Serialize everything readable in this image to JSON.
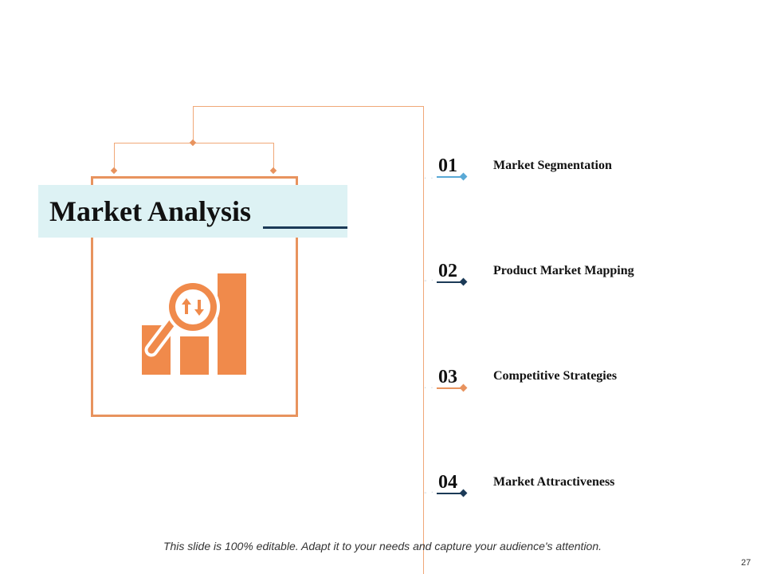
{
  "slide": {
    "title": "Market Analysis",
    "footer": "This slide is 100% editable. Adapt it to your needs and capture your audience's attention.",
    "page_number": "27"
  },
  "items": [
    {
      "number": "01",
      "label": "Market Segmentation",
      "accent": "#5AA9D6"
    },
    {
      "number": "02",
      "label": "Product Market Mapping",
      "accent": "#1B3A57"
    },
    {
      "number": "03",
      "label": "Competitive Strategies",
      "accent": "#E8935E"
    },
    {
      "number": "04",
      "label": "Market Attractiveness",
      "accent": "#1B3A57"
    }
  ],
  "colors": {
    "frame": "#E8935E",
    "connector": "#F0A878",
    "title_band": "#DDF2F4",
    "title_underline": "#1B3A57"
  },
  "icons": {
    "hero": "magnifier-bar-chart-icon"
  }
}
